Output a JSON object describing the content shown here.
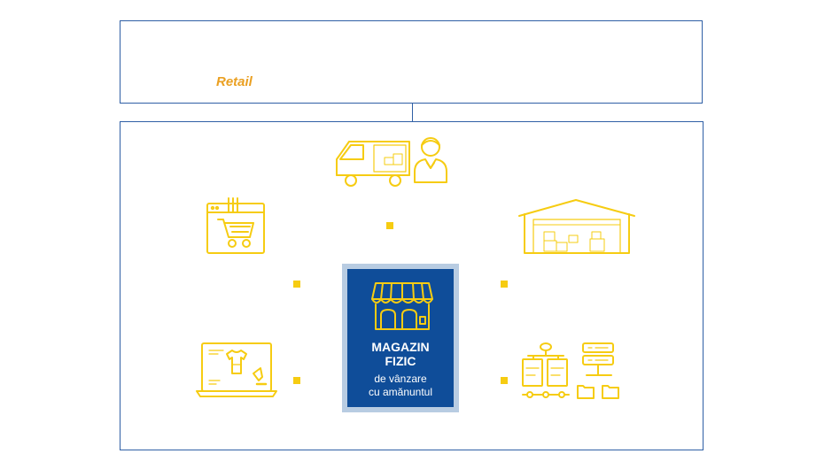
{
  "header": {
    "label": "Retail"
  },
  "center": {
    "title": "MAGAZIN\nFIZIC",
    "subtitle": "de vânzare\ncu amănuntul"
  },
  "icons": {
    "top": "delivery-van-icon",
    "upper_left": "online-cart-icon",
    "upper_right": "warehouse-icon",
    "lower_left": "laptop-shop-icon",
    "lower_right": "data-flow-icon",
    "center": "storefront-icon"
  },
  "colors": {
    "frame": "#2f5fa5",
    "accent_yellow": "#f6cc12",
    "label_orange": "#eaa022",
    "card_blue": "#0f4d99",
    "card_border": "#b8cce2"
  }
}
